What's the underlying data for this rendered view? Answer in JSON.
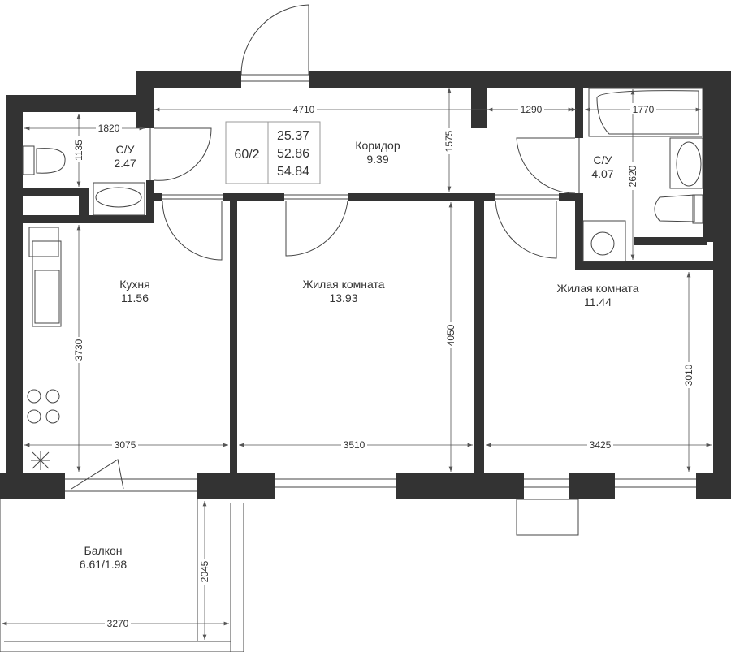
{
  "summary": {
    "type": "60/2",
    "living_area": "25.37",
    "total_area": "52.86",
    "total_with_balcony": "54.84"
  },
  "rooms": [
    {
      "name": "С/У",
      "area": "2.47"
    },
    {
      "name": "Коридор",
      "area": "9.39"
    },
    {
      "name": "С/У",
      "area": "4.07"
    },
    {
      "name": "Кухня",
      "area": "11.56"
    },
    {
      "name": "Жилая комната",
      "area": "13.93"
    },
    {
      "name": "Жилая комната",
      "area": "11.44"
    },
    {
      "name": "Балкон",
      "area": "6.61/1.98"
    }
  ],
  "dimensions": {
    "corridor_width": "4710",
    "wc1_width": "1820",
    "wc1_height": "1135",
    "corridor_depth": "1575",
    "corridor_right": "1290",
    "bath_width": "1770",
    "bath_height": "2620",
    "kitchen_depth": "3730",
    "kitchen_width": "3075",
    "room1_depth": "4050",
    "room1_width": "3510",
    "room2_depth": "3010",
    "room2_width": "3425",
    "balcony_depth": "2045",
    "balcony_width": "3270"
  }
}
